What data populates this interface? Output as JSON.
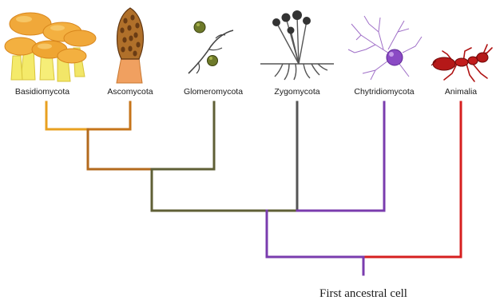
{
  "taxa": [
    {
      "name": "Basidiomycota"
    },
    {
      "name": "Ascomycota"
    },
    {
      "name": "Glomeromycota"
    },
    {
      "name": "Zygomycota"
    },
    {
      "name": "Chytridiomycota"
    },
    {
      "name": "Animalia"
    }
  ],
  "root_label": "First ancestral cell",
  "colors": {
    "basidiomycota": "#e8a020",
    "ascomycota": "#c6741a",
    "basid_asco_clade": "#b36a1d",
    "glomeromycota": "#5f5f36",
    "dikarya_glomero_clade": "#5f5f36",
    "zygomycota": "#555555",
    "chytridiomycota": "#7a3cae",
    "fungi_clade": "#7a3cae",
    "animalia": "#d61f1f",
    "root": "#7a3cae"
  },
  "icons": {
    "basidiomycota": "yellow-mushroom-cluster-icon",
    "ascomycota": "morel-mushroom-icon",
    "glomeromycota": "glomeromycota-spore-hypha-icon",
    "zygomycota": "zygomycota-sporangia-icon",
    "chytridiomycota": "chytrid-cell-icon",
    "animalia": "red-ant-icon"
  }
}
